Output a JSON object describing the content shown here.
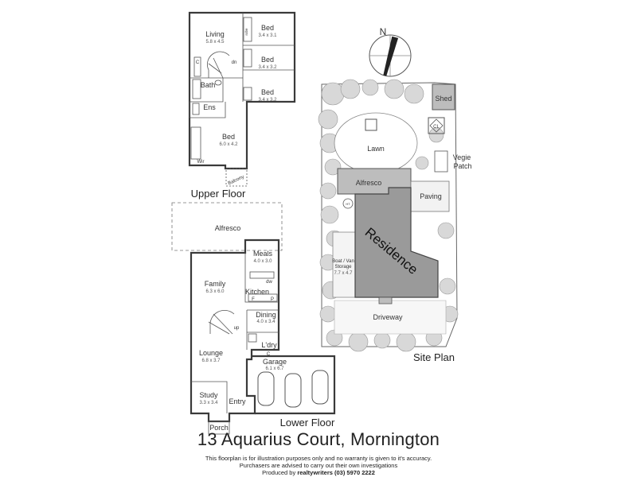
{
  "floors": {
    "upper": "Upper Floor",
    "lower": "Lower Floor",
    "site": "Site Plan"
  },
  "upper_rooms": {
    "living": {
      "name": "Living",
      "dims": "5.8 x 4.5"
    },
    "bed1": {
      "name": "Bed",
      "dims": "3.4 x 3.1"
    },
    "bed2": {
      "name": "Bed",
      "dims": "3.4 x 3.2"
    },
    "bed3": {
      "name": "Bed",
      "dims": "3.4 x 3.2"
    },
    "bath": {
      "name": "Bath"
    },
    "ens": {
      "name": "Ens"
    },
    "master": {
      "name": "Bed",
      "dims": "6.0 x 4.2"
    },
    "wir": "Wir",
    "balcony": "Balcony",
    "c": "C",
    "dn": "dn",
    "robe": "robe"
  },
  "lower_rooms": {
    "alfresco": "Alfresco",
    "meals": {
      "name": "Meals",
      "dims": "4.0 x 3.0"
    },
    "family": {
      "name": "Family",
      "dims": "6.3 x 6.0"
    },
    "kitchen": "Kitchen",
    "dw": "dw",
    "f": "F",
    "p": "P",
    "dining": {
      "name": "Dining",
      "dims": "4.0 x 3.4"
    },
    "up": "up",
    "lounge": {
      "name": "Lounge",
      "dims": "6.8 x 3.7"
    },
    "ldry": "L'dry",
    "c": "C",
    "garage": {
      "name": "Garage",
      "dims": "6.1 x 6.7"
    },
    "study": {
      "name": "Study",
      "dims": "3.3 x 3.4"
    },
    "entry": "Entry",
    "porch": "Porch"
  },
  "site": {
    "north": "N",
    "shed": "Shed",
    "cl": "CL",
    "lawn": "Lawn",
    "vegie1": "Vegie",
    "vegie2": "Patch",
    "alfresco": "Alfresco",
    "paving": "Paving",
    "residence": "Residence",
    "storage1": "Boat / Van",
    "storage2": "Storage",
    "storage_dims": "7.7 x 4.7",
    "driveway": "Driveway",
    "ht": "HT"
  },
  "footer": {
    "title": "13 Aquarius Court, Mornington",
    "disclaimer1": "This floorplan is for illustration purposes only and no warranty is given to it's accuracy.",
    "disclaimer2": "Purchasers are advised to carry out their own investigations",
    "produced_prefix": "Produced by ",
    "producer": "realtywriters",
    "phone": " (03) 5970 2222"
  },
  "colors": {
    "wall": "#3a3a3a",
    "residence_fill": "#9a9a9a",
    "roof_fill": "#bdbdbd",
    "tree_fill": "#d8d8d8"
  }
}
